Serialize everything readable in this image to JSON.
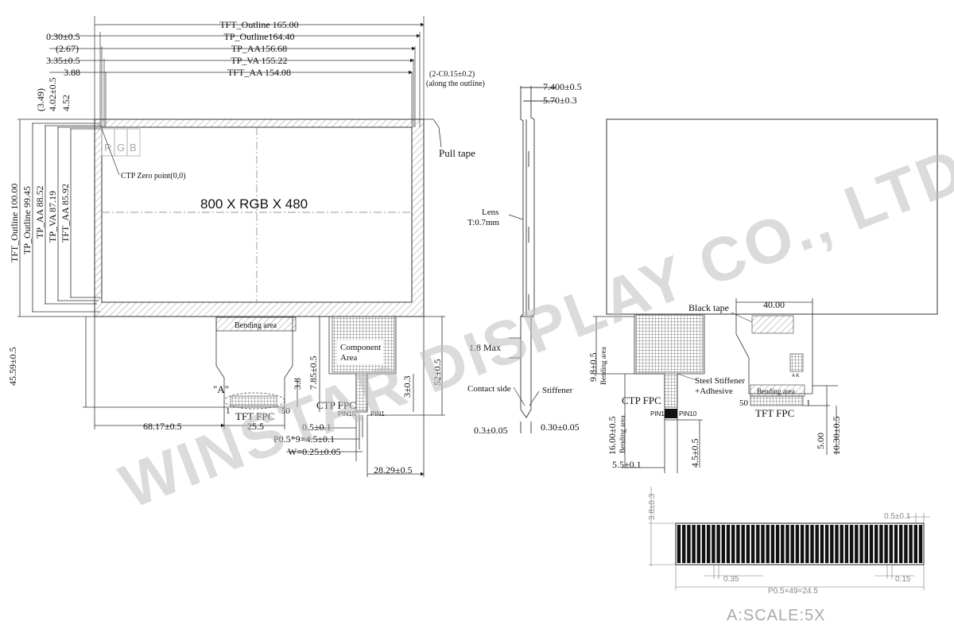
{
  "front": {
    "dims_top": [
      "TFT_Outline 165.00",
      "TP_Outline164.40",
      "TP_AA156.68",
      "TP_VA 155.22",
      "TFT_AA 154.08"
    ],
    "dims_top_left": [
      "0.30±0.5",
      "(2.67)",
      "3.35±0.5",
      "3.88"
    ],
    "dims_left_top": [
      "(3.49)",
      "4.02±0.5",
      "4.52"
    ],
    "dims_left": [
      "TFT_Outline 100.00",
      "TP_Outline 99.45",
      "TP_AA 88.52",
      "TP_VA 87.19",
      "TFT_AA 85.92"
    ],
    "rgb": [
      "R",
      "G",
      "B"
    ],
    "ctp_zero": "CTP Zero point(0,0)",
    "resolution": "800 X RGB X 480",
    "pull_tape": "Pull tape",
    "chamfer": [
      "(2-C0.15±0.2)",
      "(along the outline)"
    ],
    "bending_area": "Bending area",
    "component_area": [
      "Component",
      "Area"
    ],
    "fpc_label": "CTP  FPC",
    "pin10": "PIN10",
    "pin1": "PIN1",
    "a_label": "\"A\"",
    "tft_fpc": "TFT  FPC",
    "n1": "1",
    "n50": "50",
    "dim_45": "45.59±0.5",
    "dim_68": "68.17±0.5",
    "dim_255": "25.5",
    "dim_38": "3.8",
    "dim_785": "7.85±0.5",
    "dim_3": "3±0.3",
    "dim_52": "52±0.5",
    "dim_05": "0.5±0.1",
    "dim_pitch": "P0.5*9=4.5±0.1",
    "dim_w": "W=0.25±0.05",
    "dim_2829": "28.29±0.5"
  },
  "side": {
    "dim_74": "7.400±0.5",
    "dim_57": "5.70±0.3",
    "lens": [
      "Lens",
      "T:0.7mm"
    ],
    "dim_18": "1.8 Max",
    "contact": "Contact side",
    "stiffener": "Stiffener",
    "dim_03": "0.3±0.05",
    "dim_030": "0.30±0.05"
  },
  "back": {
    "black_tape": "Black tape",
    "dim_40": "40.00",
    "dim_98": [
      "9.8±0.5",
      "Bending area"
    ],
    "steel": [
      "Steel Stiffener",
      "+Adhesive"
    ],
    "fpc_label": "CTP  FPC",
    "ak": "A K",
    "bending_area": "Bending area",
    "n50": "50",
    "n1": "1",
    "tft_fpc": "TFT  FPC",
    "pin1": "PIN1",
    "pin10": "PIN10",
    "dim_16": [
      "16.00±0.5",
      "Bending area"
    ],
    "dim_45": "4.5±0.5",
    "dim_55": "5.5±0.1",
    "dim_5": "5.00",
    "dim_103": "10.30±0.5"
  },
  "detail": {
    "dim_38": "3.8±0.3",
    "dim_05": "0.5±0.1",
    "dim_035": "0.35",
    "dim_015": "0.15",
    "dim_pitch": "P0.5×49=24.5",
    "scale": "A:SCALE:5X"
  },
  "watermark": "WINSTAR DISPLAY CO., LTD."
}
